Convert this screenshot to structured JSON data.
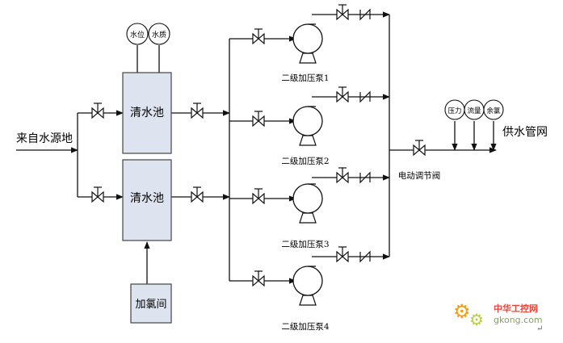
{
  "source_label": "来自水源地",
  "tanks": [
    "清水池",
    "清水池"
  ],
  "gauges_top": [
    "水位",
    "水质"
  ],
  "chlorination_room": "加氯间",
  "pumps": [
    "二级加压泵1",
    "二级加压泵2",
    "二级加压泵3",
    "二级加压泵4"
  ],
  "control_valve_label": "电动调节阀",
  "outlet_gauges": [
    "压力",
    "流量",
    "余氯"
  ],
  "supply_label": "供水管网",
  "watermark": {
    "brand_cn": "中华工控网",
    "site": "gkong.com",
    "brand_color": "#e8443a",
    "site_color": "#8aa06a"
  },
  "return_mark": "↵",
  "colors": {
    "line": "#111111",
    "tank_fill": "#dde3ef",
    "tank_stroke": "#444444"
  }
}
